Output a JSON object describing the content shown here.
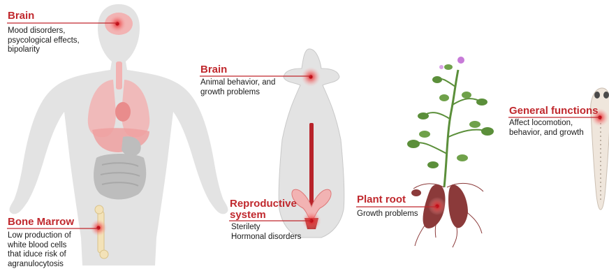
{
  "human": {
    "brain": {
      "title": "Brain",
      "lines": [
        "Mood disorders,",
        "psycological effects,",
        "bipolarity"
      ]
    },
    "bone_marrow": {
      "title": "Bone Marrow",
      "lines": [
        "Low production of",
        "white blood cells",
        "that iduce risk of",
        "agranulocytosis"
      ]
    }
  },
  "animal": {
    "brain": {
      "title": "Brain",
      "lines": [
        "Animal behavior, and",
        "growth problems"
      ]
    },
    "reproductive": {
      "title_line1": "Reproductive",
      "title_line2": "system",
      "lines": [
        "Sterilety",
        "Hormonal disorders"
      ]
    }
  },
  "plant": {
    "root": {
      "title": "Plant root",
      "lines": [
        "Growth problems"
      ]
    }
  },
  "fish": {
    "general": {
      "title": "General functions",
      "lines": [
        "Affect locomotion,",
        "behavior, and growth"
      ]
    }
  },
  "colors": {
    "accent": "#c0282d",
    "silhouette": "#e3e3e3",
    "organ": "#f2b3b3",
    "intestine": "#bdbdbd",
    "plant_green": "#5b8f3a",
    "root": "#8b3a3a"
  }
}
